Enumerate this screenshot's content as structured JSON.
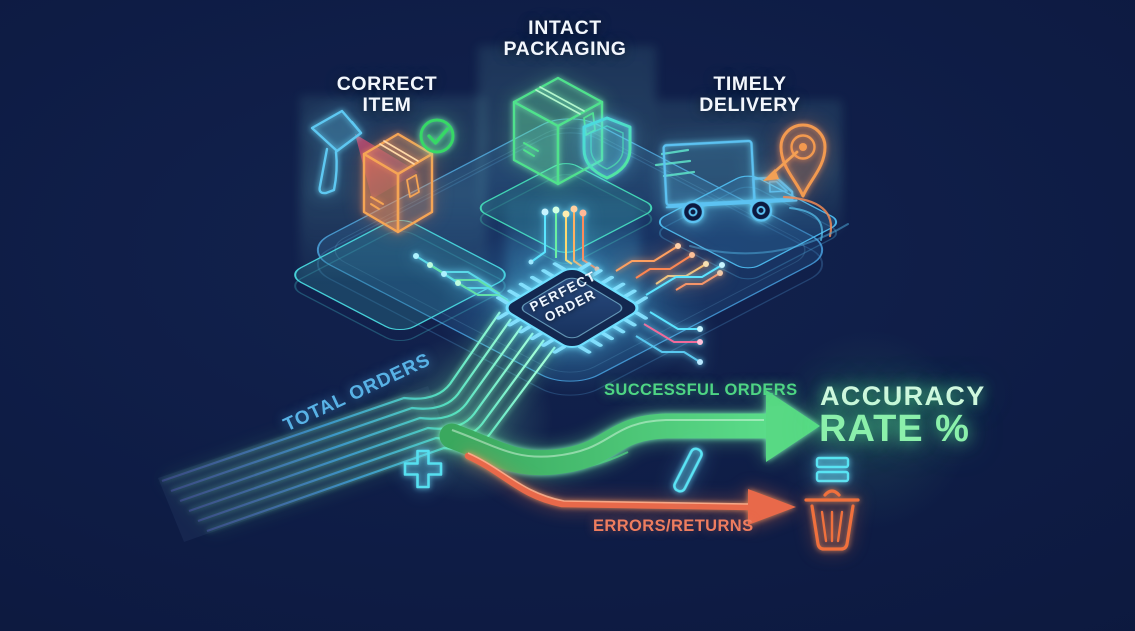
{
  "diagram": {
    "pods": [
      {
        "id": "correct-item",
        "line1": "CORRECT",
        "line2": "ITEM"
      },
      {
        "id": "intact-packaging",
        "line1": "INTACT",
        "line2": "PACKAGING"
      },
      {
        "id": "timely-delivery",
        "line1": "TIMELY",
        "line2": "DELIVERY"
      }
    ],
    "chip": {
      "line1": "PERFECT",
      "line2": "ORDER"
    },
    "flows": {
      "input": "TOTAL ORDERS",
      "success": "SUCCESSFUL ORDERS",
      "errors": "ERRORS/RETURNS"
    },
    "result": {
      "line1": "ACCURACY",
      "line2": "RATE %"
    },
    "operators": {
      "plus": "+",
      "divide": "/",
      "equals": "="
    },
    "icons": {
      "scanner": "barcode-scanner-icon",
      "scanned_box": "package-box-icon",
      "check": "check-circle-icon",
      "packaging_box": "package-box-icon",
      "shield": "shield-icon",
      "truck": "delivery-truck-icon",
      "pin": "location-pin-icon",
      "chip": "processor-chip-icon",
      "trash": "trash-can-icon"
    },
    "colors": {
      "background": "#0e1c45",
      "accent_cyan": "#5ae4f5",
      "accent_green": "#4ed584",
      "accent_orange": "#e8694a",
      "result_green": "#8bf0ab",
      "label_white": "#f3f7fd",
      "total_orders_blue": "#58b2e6"
    }
  }
}
